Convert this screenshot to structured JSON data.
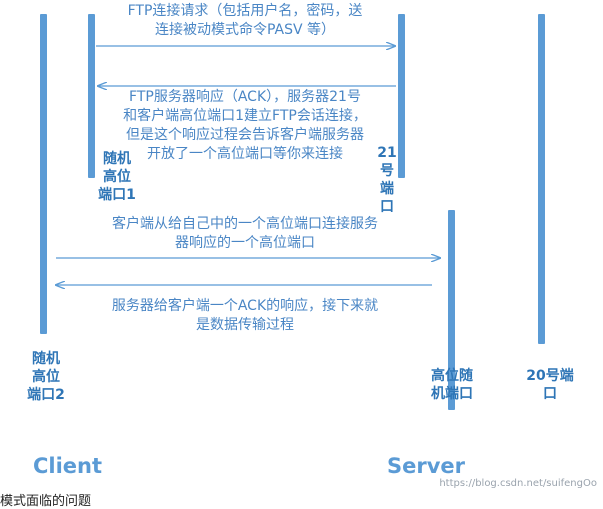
{
  "messages": {
    "m1": "FTP连接请求（包括用户名，密码，送\n连接被动模式命令PASV 等）",
    "m2": "FTP服务器响应（ACK），服务器21号\n和客户端高位端口1建立FTP会话连接，\n但是这个响应过程会告诉客户端服务器\n开放了一个高位端口等你来连接",
    "m3": "客户端从给自己中的一个高位端口连接服务\n器响应的一个高位端口",
    "m4": "服务器给客户端一个ACK的响应，接下来就\n是数据传输过程"
  },
  "labels": {
    "client_port1": "随机\n高位\n端口1",
    "server_port21": "21\n号\n端\n口",
    "client_port2": "随机\n高位\n端口2",
    "server_random": "高位随\n机端口",
    "server_21": "20号端\n口"
  },
  "footer": {
    "client": "Client",
    "server": "Server",
    "watermark": "https://blog.csdn.net/suifengOo",
    "cut_text": "模式面临的问题"
  },
  "colors": {
    "accent": "#5b9bd5",
    "text": "#4a86c5"
  }
}
